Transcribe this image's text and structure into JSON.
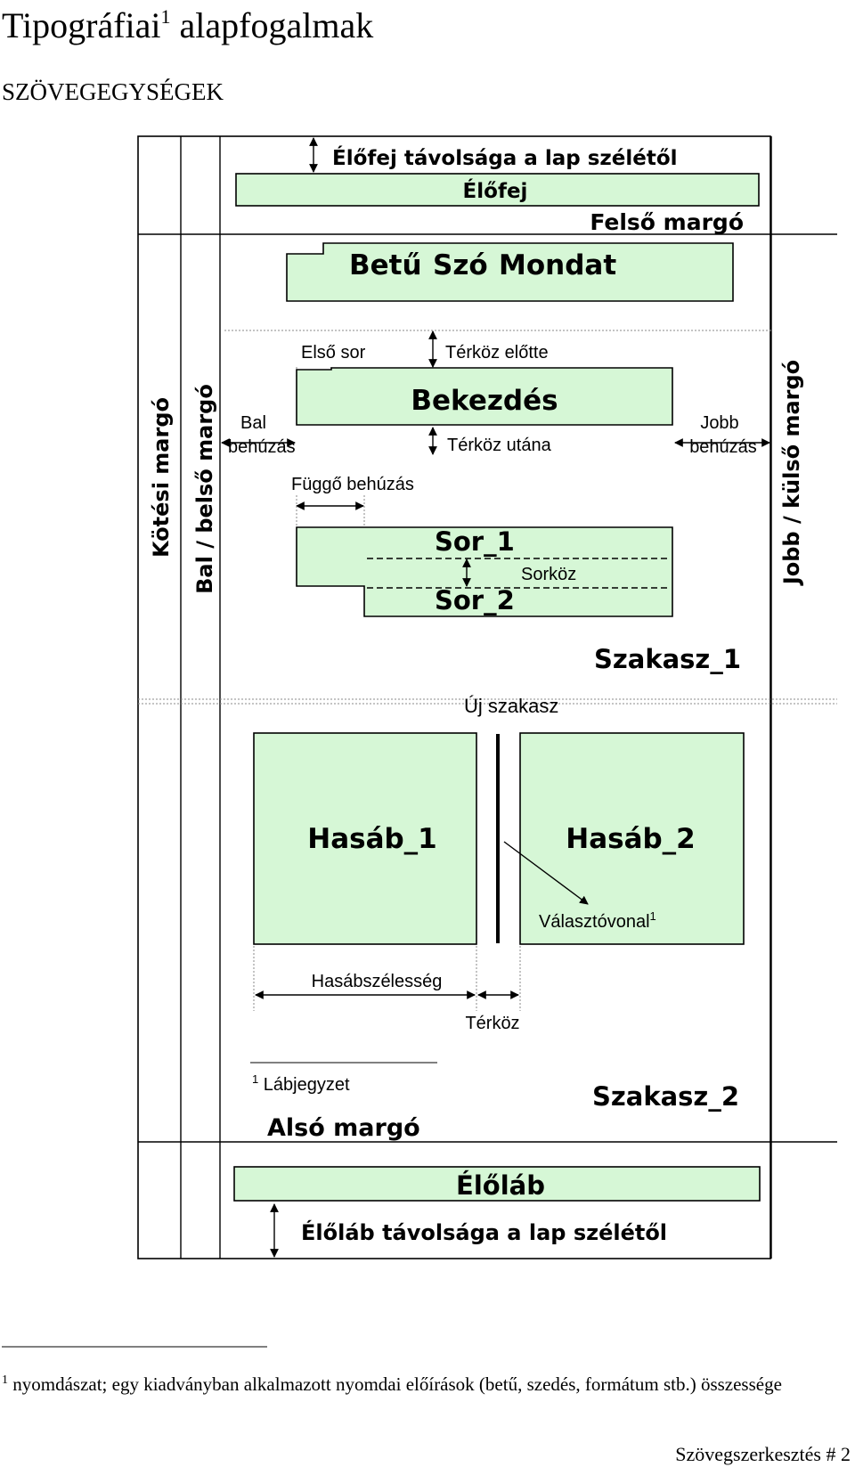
{
  "page": {
    "title": "Tipográfiai",
    "title_sup": "1",
    "title_rest": "alapfogalmak",
    "subtitle": "SZÖVEGEGYSÉGEK",
    "footnote_marker": "1",
    "footnote_text": "nyomdászat; egy kiadványban alkalmazott nyomdai előírások (betű, szedés, formátum stb.) összessége",
    "page_footer": "Szövegszerkesztés # 2"
  },
  "diagram": {
    "header_distance": "Élőfej távolsága a lap szélétől",
    "header": "Élőfej",
    "top_margin": "Felső margó",
    "letter": "Betű",
    "word": "Szó",
    "sentence": "Mondat",
    "first_line": "Első sor",
    "space_before": "Térköz előtte",
    "paragraph": "Bekezdés",
    "left_indent_1": "Bal",
    "left_indent_2": "behúzás",
    "space_after": "Térköz utána",
    "right_indent_1": "Jobb",
    "right_indent_2": "behúzás",
    "hanging_indent": "Függő behúzás",
    "line_1": "Sor_1",
    "line_spacing": "Sorköz",
    "line_2": "Sor_2",
    "binding_margin": "Kötési margó",
    "left_inner_margin": "Bal / belső margó",
    "right_outer_margin": "Jobb / külső margó",
    "section_1": "Szakasz_1",
    "new_section": "Új szakasz",
    "column_1": "Hasáb_1",
    "column_2": "Hasáb_2",
    "separator": "Választóvonal",
    "separator_sup": "1",
    "column_width": "Hasábszélesség",
    "gap": "Térköz",
    "footnote_marker": "1",
    "footnote": "Lábjegyzet",
    "section_2": "Szakasz_2",
    "bottom_margin": "Alsó margó",
    "footer": "Élőláb",
    "footer_distance": "Élőláb távolsága a lap szélétől"
  }
}
